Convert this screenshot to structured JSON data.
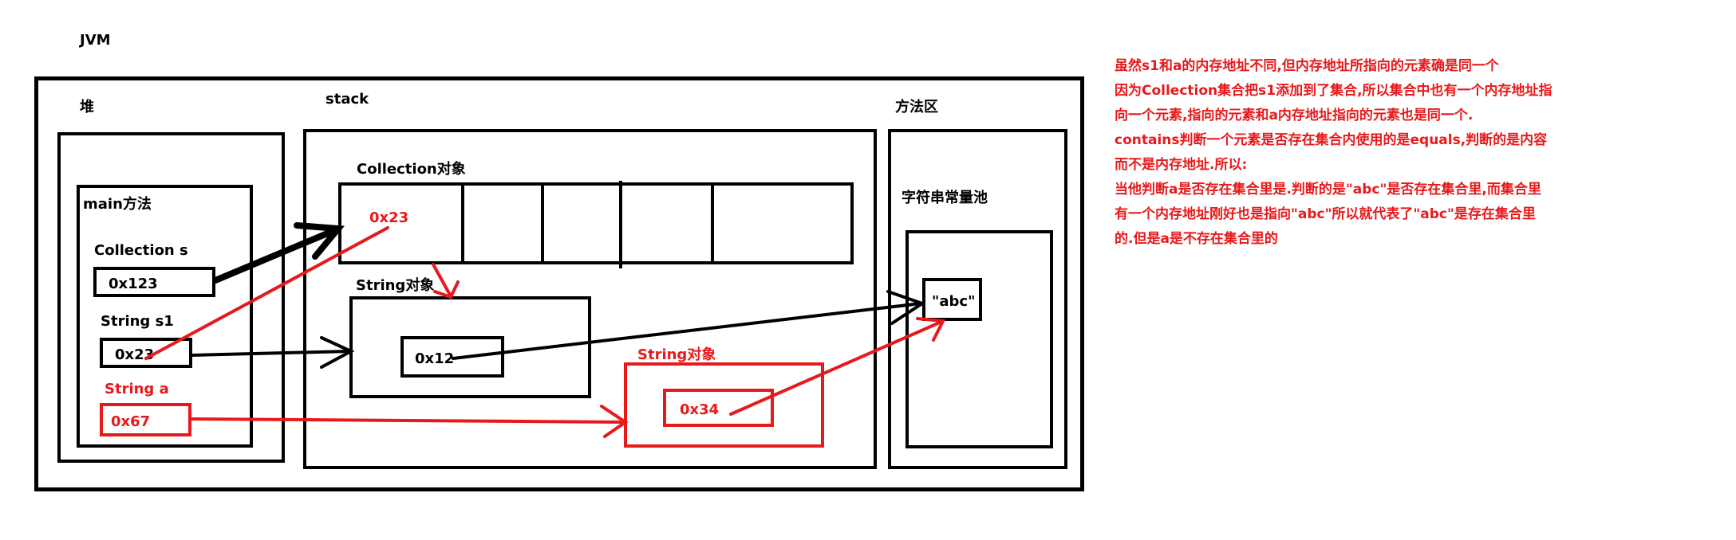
{
  "jvm_label": "JVM",
  "heap_label": "堆",
  "stack_label": "stack",
  "method_area_label": "方法区",
  "main_method_label": "main方法",
  "collection_var": {
    "label": "Collection s",
    "value": "0x123"
  },
  "string_s1_var": {
    "label": "String s1",
    "value": "0x23"
  },
  "string_a_var": {
    "label": "String a",
    "value": "0x67"
  },
  "collection_object": {
    "label": "Collection对象",
    "element_value": "0x23"
  },
  "string_object_1": {
    "label": "String对象",
    "value": "0x12"
  },
  "string_object_2": {
    "label": "String对象",
    "value": "0x34"
  },
  "string_pool": {
    "label": "字符串常量池",
    "value": "\"abc\""
  },
  "notes": [
    "虽然s1和a的内存地址不同,但内存地址所指向的元素确是同一个",
    "因为Collection集合把s1添加到了集合,所以集合中也有一个内存地址指",
    "向一个元素,指向的元素和a内存地址指向的元素也是同一个.",
    "contains判断一个元素是否存在集合内使用的是equals,判断的是内容",
    "而不是内存地址.所以:",
    "当他判断a是否存在集合里是.判断的是\"abc\"是否存在集合里,而集合里",
    "有一个内存地址刚好也是指向\"abc\"所以就代表了\"abc\"是存在集合里",
    "的.但是a是不存在集合里的"
  ],
  "colors": {
    "black": "#000000",
    "red": "#e8191b",
    "background": "#ffffff"
  }
}
